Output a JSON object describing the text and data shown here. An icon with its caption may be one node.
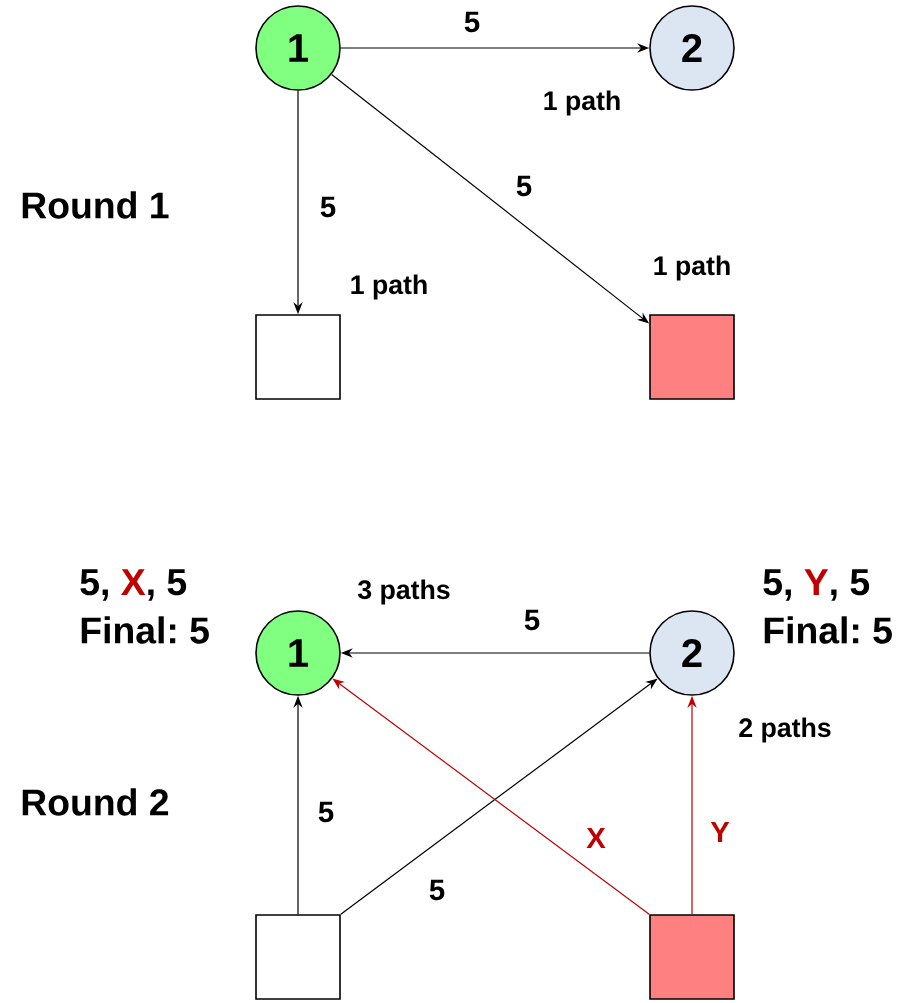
{
  "diagram": {
    "nodes": [
      {
        "text": [
          "1"
        ]
      },
      {
        "text": [
          "2"
        ],
        "beside": [
          "1 path"
        ]
      },
      {
        "text": [],
        "shape": "box",
        "beside": [
          "1 path"
        ]
      },
      {
        "text": [],
        "shape": "box",
        "beside": [
          "1 path"
        ]
      },
      {
        "text": [
          "1"
        ],
        "beside": [
          "3 paths",
          "5,",
          "X",
          ", 5",
          "Final: 5"
        ]
      },
      {
        "text": [
          "2"
        ],
        "beside": [
          "2 paths",
          "5,",
          "Y",
          ", 5",
          "Final: 5"
        ]
      },
      {
        "text": [],
        "shape": "box"
      },
      {
        "text": [],
        "shape": "box"
      }
    ],
    "edges": [
      {
        "from": 0,
        "to": 1,
        "arrow": "to",
        "label": "5"
      },
      {
        "from": 0,
        "to": 2,
        "arrow": "to",
        "label": "5"
      },
      {
        "from": 0,
        "to": 3,
        "arrow": "to",
        "label": "5"
      },
      {
        "from": 5,
        "to": 4,
        "arrow": "to",
        "label": "5"
      },
      {
        "from": 6,
        "to": 4,
        "arrow": "to",
        "label": "5"
      },
      {
        "from": 6,
        "to": 5,
        "arrow": "to",
        "label": "5"
      },
      {
        "from": 7,
        "to": 4,
        "arrow": "to",
        "label": "X",
        "color": "#c00000"
      },
      {
        "from": 7,
        "to": 5,
        "arrow": "to",
        "label": "Y",
        "color": "#c00000"
      }
    ],
    "labels": [
      "Round 1",
      "Round 2"
    ]
  }
}
